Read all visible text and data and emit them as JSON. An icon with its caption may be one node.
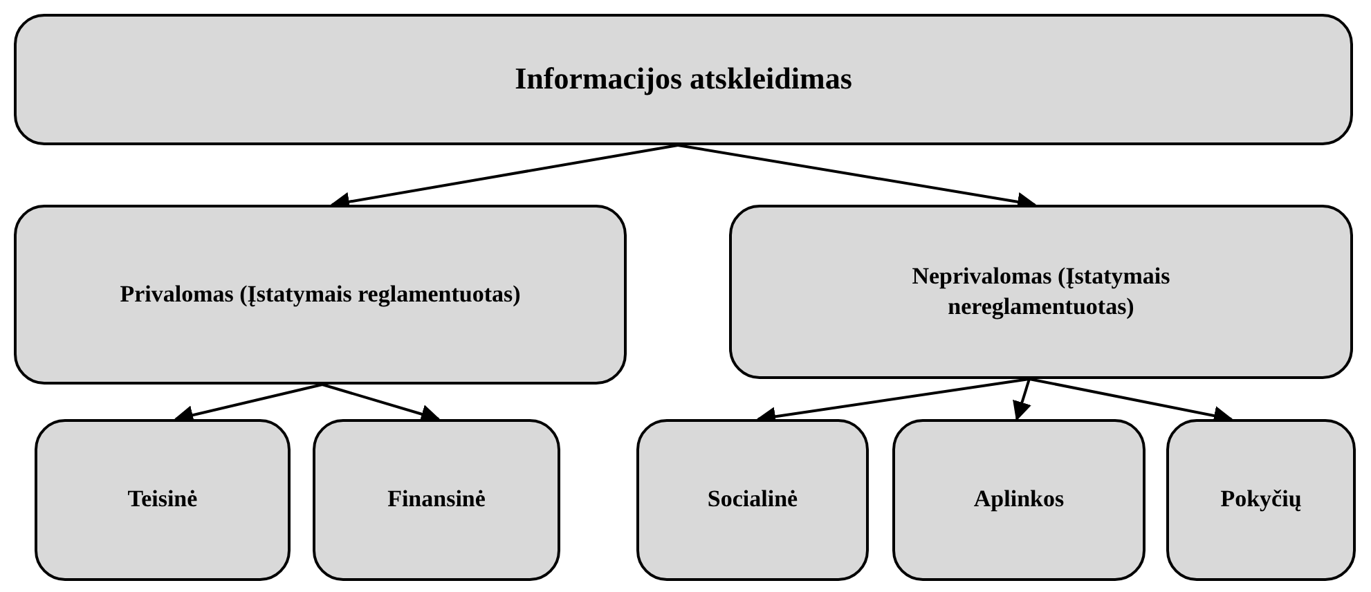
{
  "diagram": {
    "nodes": [
      {
        "text": [
          "Informacijos atskleidimas"
        ]
      },
      {
        "text": [
          "Privalomas (Įstatymais reglamentuotas)"
        ]
      },
      {
        "text": [
          "Neprivalomas (Įstatymais nereglamentuotas)"
        ]
      },
      {
        "text": [
          "Teisinė"
        ]
      },
      {
        "text": [
          "Finansinė"
        ]
      },
      {
        "text": [
          "Socialinė"
        ]
      },
      {
        "text": [
          "Aplinkos"
        ]
      },
      {
        "text": [
          "Pokyčių"
        ]
      }
    ],
    "edges": [
      {
        "from": 0,
        "to": 1,
        "arrow": "to"
      },
      {
        "from": 0,
        "to": 2,
        "arrow": "to"
      },
      {
        "from": 1,
        "to": 3,
        "arrow": "to"
      },
      {
        "from": 1,
        "to": 4,
        "arrow": "to"
      },
      {
        "from": 2,
        "to": 5,
        "arrow": "to"
      },
      {
        "from": 2,
        "to": 6,
        "arrow": "to"
      },
      {
        "from": 2,
        "to": 7,
        "arrow": "to"
      }
    ]
  }
}
